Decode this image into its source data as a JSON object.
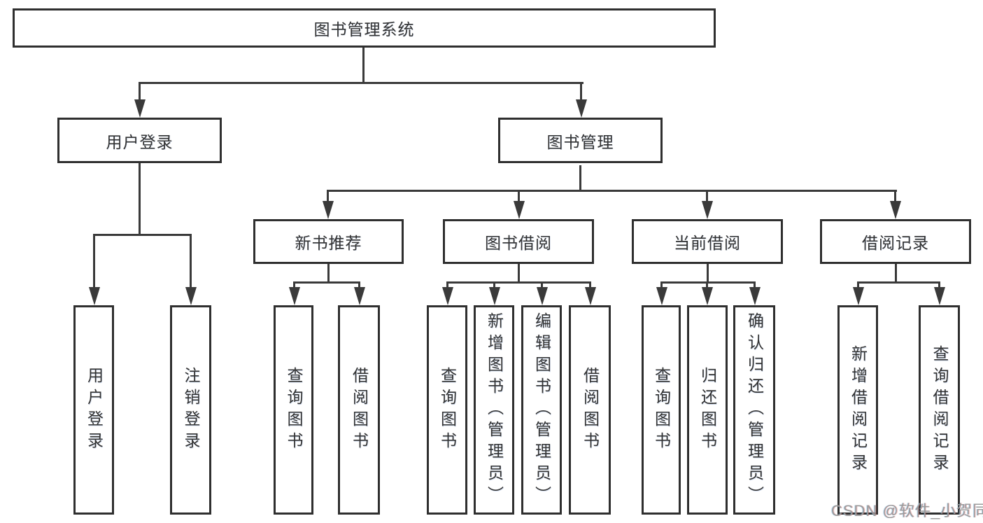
{
  "diagram": {
    "title": "图书管理系统",
    "root": {
      "label": "图书管理系统"
    },
    "level2": [
      {
        "label": "用户登录"
      },
      {
        "label": "图书管理"
      }
    ],
    "level3": [
      {
        "label": "新书推荐",
        "parent": "图书管理"
      },
      {
        "label": "图书借阅",
        "parent": "图书管理"
      },
      {
        "label": "当前借阅",
        "parent": "图书管理"
      },
      {
        "label": "借阅记录",
        "parent": "图书管理"
      }
    ],
    "leaves": [
      {
        "label": "用户登录",
        "parent": "用户登录"
      },
      {
        "label": "注销登录",
        "parent": "用户登录"
      },
      {
        "label": "查询图书",
        "parent": "新书推荐"
      },
      {
        "label": "借阅图书",
        "parent": "新书推荐"
      },
      {
        "label": "查询图书",
        "parent": "图书借阅"
      },
      {
        "label": "新增图书（管理员）",
        "parent": "图书借阅"
      },
      {
        "label": "编辑图书（管理员）",
        "parent": "图书借阅"
      },
      {
        "label": "借阅图书",
        "parent": "图书借阅"
      },
      {
        "label": "查询图书",
        "parent": "当前借阅"
      },
      {
        "label": "归还图书",
        "parent": "当前借阅"
      },
      {
        "label": "确认归还（管理员）",
        "parent": "当前借阅"
      },
      {
        "label": "新增借阅记录",
        "parent": "借阅记录"
      },
      {
        "label": "查询借阅记录",
        "parent": "借阅记录"
      }
    ],
    "watermark": "CSDN @软件_小贺同学",
    "colors": {
      "line": "#3a3a3a",
      "border": "#2f2f2f",
      "text": "#333333",
      "watermark": "#9b9b9b",
      "background": "#ffffff"
    }
  }
}
